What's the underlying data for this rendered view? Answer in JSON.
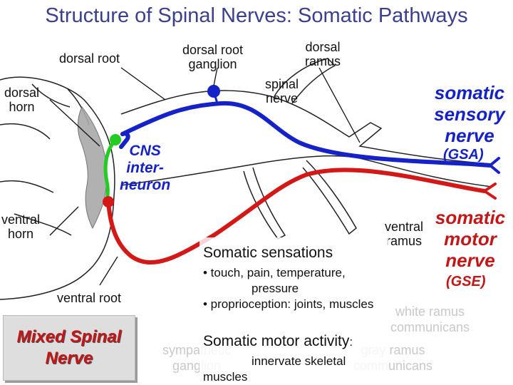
{
  "title": "Structure of Spinal Nerves: Somatic Pathways",
  "labels": {
    "dorsal_root": "dorsal root",
    "dorsal_root_ganglion": "dorsal root\nganglion",
    "dorsal_ramus": "dorsal\nramus",
    "dorsal_horn": "dorsal\nhorn",
    "spinal_nerve": "spinal\nnerve",
    "ventral_horn": "ventral\nhorn",
    "ventral_root": "ventral root",
    "ventral_ramus": "ventral\nramus"
  },
  "cns_interneuron": "CNS\ninter-\nneuron",
  "somatic_sensory": {
    "name": "somatic\nsensory\nnerve",
    "abbr": "(GSA)"
  },
  "somatic_motor": {
    "name": "somatic\nmotor\nnerve",
    "abbr": "(GSE)"
  },
  "mixed_spinal_nerve": "Mixed Spinal\nNerve",
  "background_labels": {
    "white_ramus": "white ramus\ncommunicans",
    "sympathetic_ganglion": "sympathetic\nganglion",
    "gray_ramus": "gray ramus\ncommunicans"
  },
  "info_box": {
    "heading1": "Somatic sensations",
    "bullet1": "• touch, pain, temperature,",
    "bullet1_cont": "pressure",
    "bullet2": "• proprioception: joints, muscles",
    "heading2_main": "Somatic motor activity",
    "heading2_colon": ":",
    "line2": "innervate skeletal",
    "line3": "muscles"
  },
  "colors": {
    "title": "#3b3f8f",
    "sensory_pathway": "#1522c8",
    "motor_pathway": "#c41616",
    "interneuron": "#22cc22"
  }
}
